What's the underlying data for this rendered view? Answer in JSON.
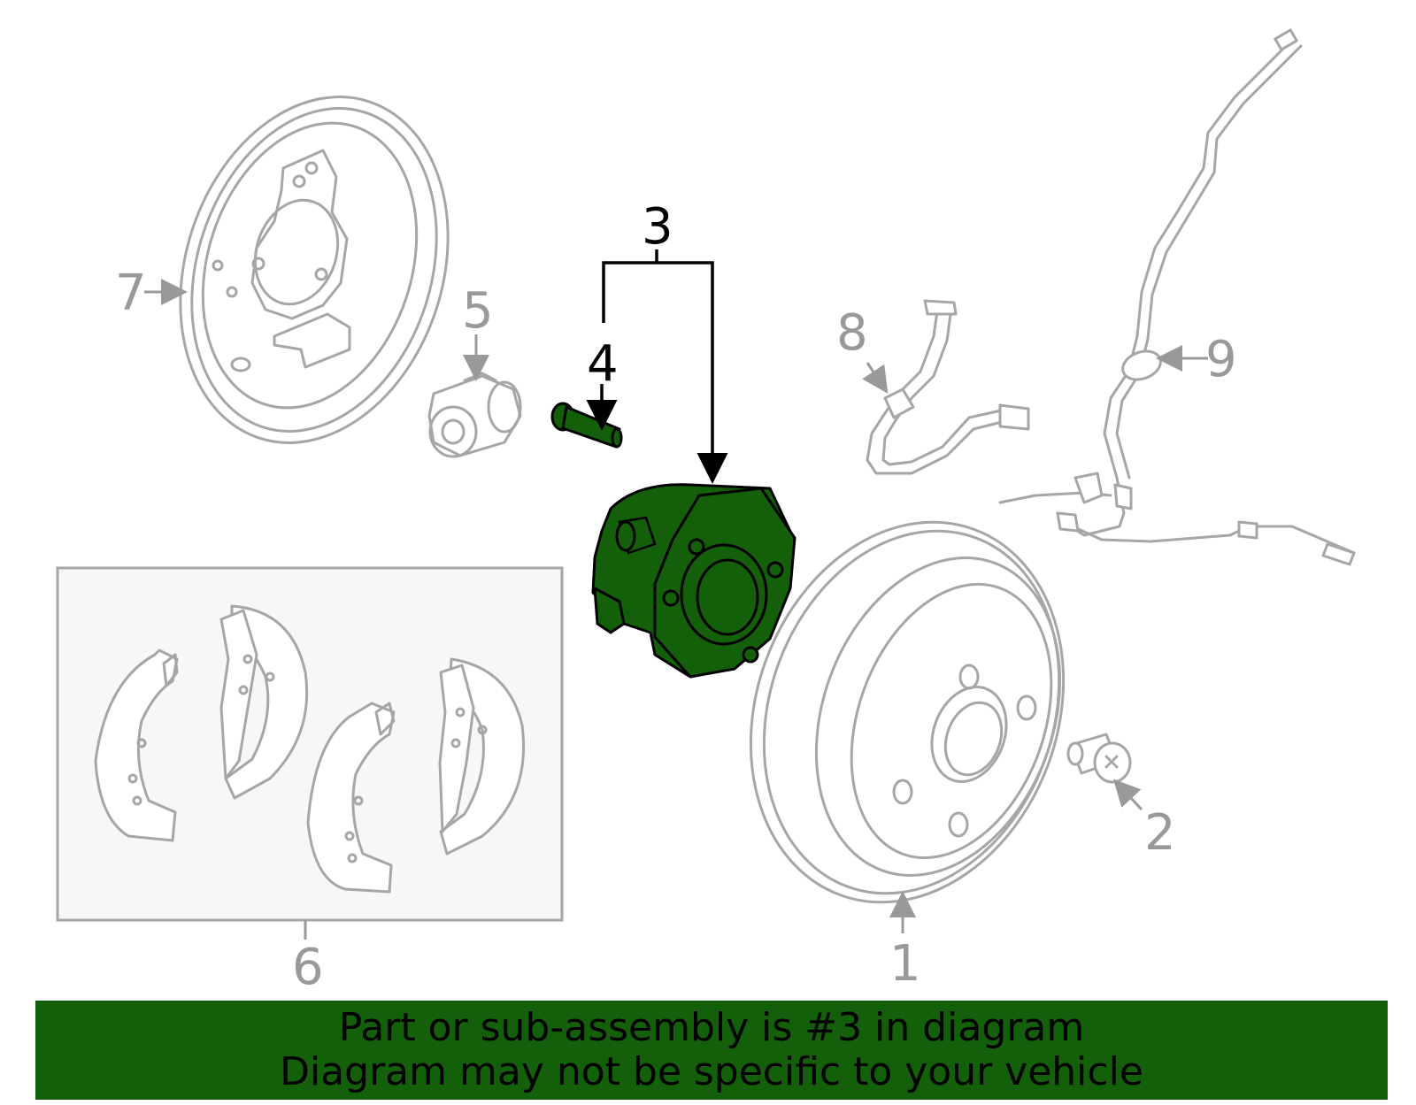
{
  "callouts": {
    "c1": "1",
    "c2": "2",
    "c3": "3",
    "c4": "4",
    "c5": "5",
    "c6": "6",
    "c7": "7",
    "c8": "8",
    "c9": "9"
  },
  "highlighted_part": "3",
  "colors": {
    "highlight": "#145f0a",
    "parts": "#a6a6a6",
    "labels": "#999999",
    "banner_bg": "#145f0a"
  },
  "banner": {
    "line1": "Part or sub-assembly is #3 in diagram",
    "line2": "Diagram may not be specific to your vehicle"
  }
}
